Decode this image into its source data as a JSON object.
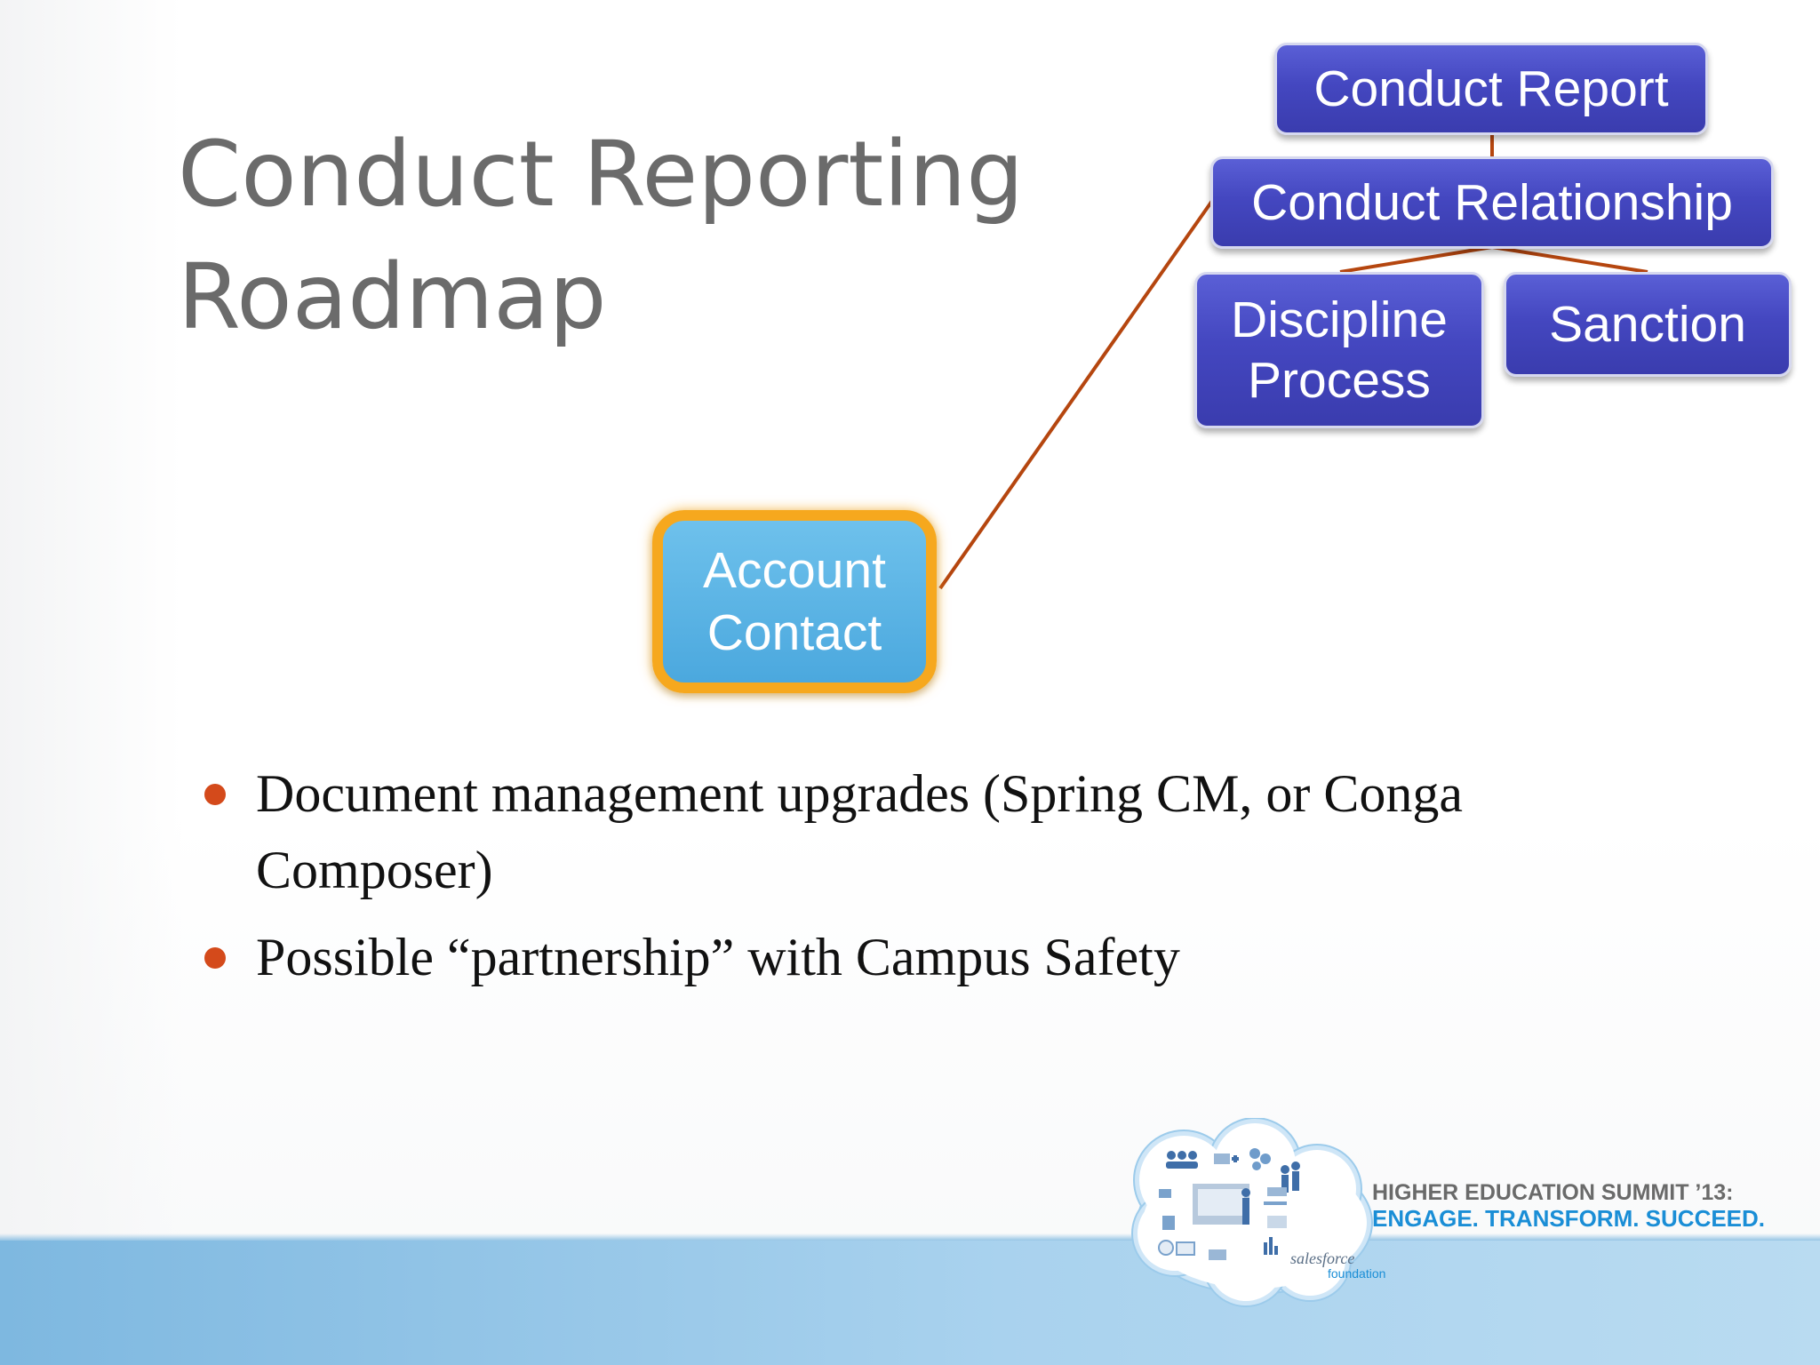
{
  "slide": {
    "title_line1": "Conduct Reporting",
    "title_line2": "Roadmap"
  },
  "diagram": {
    "nodes": {
      "conduct_report": "Conduct Report",
      "conduct_relationship": "Conduct Relationship",
      "discipline_line1": "Discipline",
      "discipline_line2": "Process",
      "sanction": "Sanction",
      "account_line1": "Account",
      "account_line2": "Contact"
    },
    "edges": [
      {
        "from": "Conduct Report",
        "to": "Conduct Relationship"
      },
      {
        "from": "Conduct Relationship",
        "to": "Discipline Process"
      },
      {
        "from": "Conduct Relationship",
        "to": "Sanction"
      },
      {
        "from": "Account Contact",
        "to": "Conduct Relationship"
      }
    ],
    "colors": {
      "node_purple": "#4447c0",
      "node_blue": "#4ba8de",
      "highlight_orange": "#f6a81e",
      "connector": "#b5460f"
    }
  },
  "bullets": [
    {
      "line1": "Document management upgrades (Spring CM, or Conga",
      "line2": "Composer)"
    },
    {
      "line1": "Possible “partnership” with Campus Safety"
    }
  ],
  "footer": {
    "event_line1": "HIGHER EDUCATION SUMMIT ’13:",
    "event_line2": "ENGAGE. TRANSFORM. SUCCEED.",
    "brand_name": "salesforce",
    "brand_sub": "foundation",
    "colors": {
      "band": "#a9d2ee",
      "tagline_blue": "#1a8ed6",
      "tagline_gray": "#6a6a6a",
      "bullet": "#d44a1b"
    }
  }
}
